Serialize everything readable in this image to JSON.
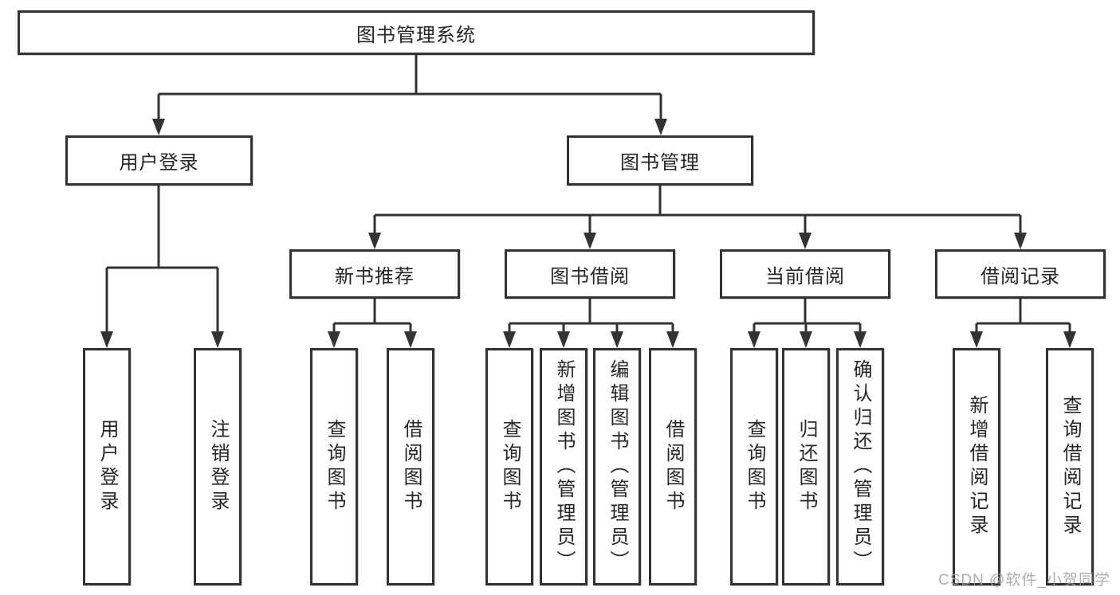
{
  "diagram": {
    "root": {
      "label": "图书管理系统"
    },
    "branches": [
      {
        "label": "用户登录",
        "children": [
          {
            "label": "用户登录"
          },
          {
            "label": "注销登录"
          }
        ]
      },
      {
        "label": "图书管理",
        "children": [
          {
            "label": "新书推荐",
            "children": [
              {
                "label": "查询图书"
              },
              {
                "label": "借阅图书"
              }
            ]
          },
          {
            "label": "图书借阅",
            "children": [
              {
                "label": "查询图书"
              },
              {
                "label": "新增图书（管理员）"
              },
              {
                "label": "编辑图书（管理员）"
              },
              {
                "label": "借阅图书"
              }
            ]
          },
          {
            "label": "当前借阅",
            "children": [
              {
                "label": "查询图书"
              },
              {
                "label": "归还图书"
              },
              {
                "label": "确认归还（管理员）"
              }
            ]
          },
          {
            "label": "借阅记录",
            "children": [
              {
                "label": "新增借阅记录"
              },
              {
                "label": "查询借阅记录"
              }
            ]
          }
        ]
      }
    ]
  },
  "watermark": {
    "text": "CSDN @软件_小贺同学"
  },
  "colors": {
    "line": "#333333",
    "box_border": "#333333",
    "text": "#262626",
    "background": "#ffffff",
    "watermark": "#a0a0a0"
  }
}
